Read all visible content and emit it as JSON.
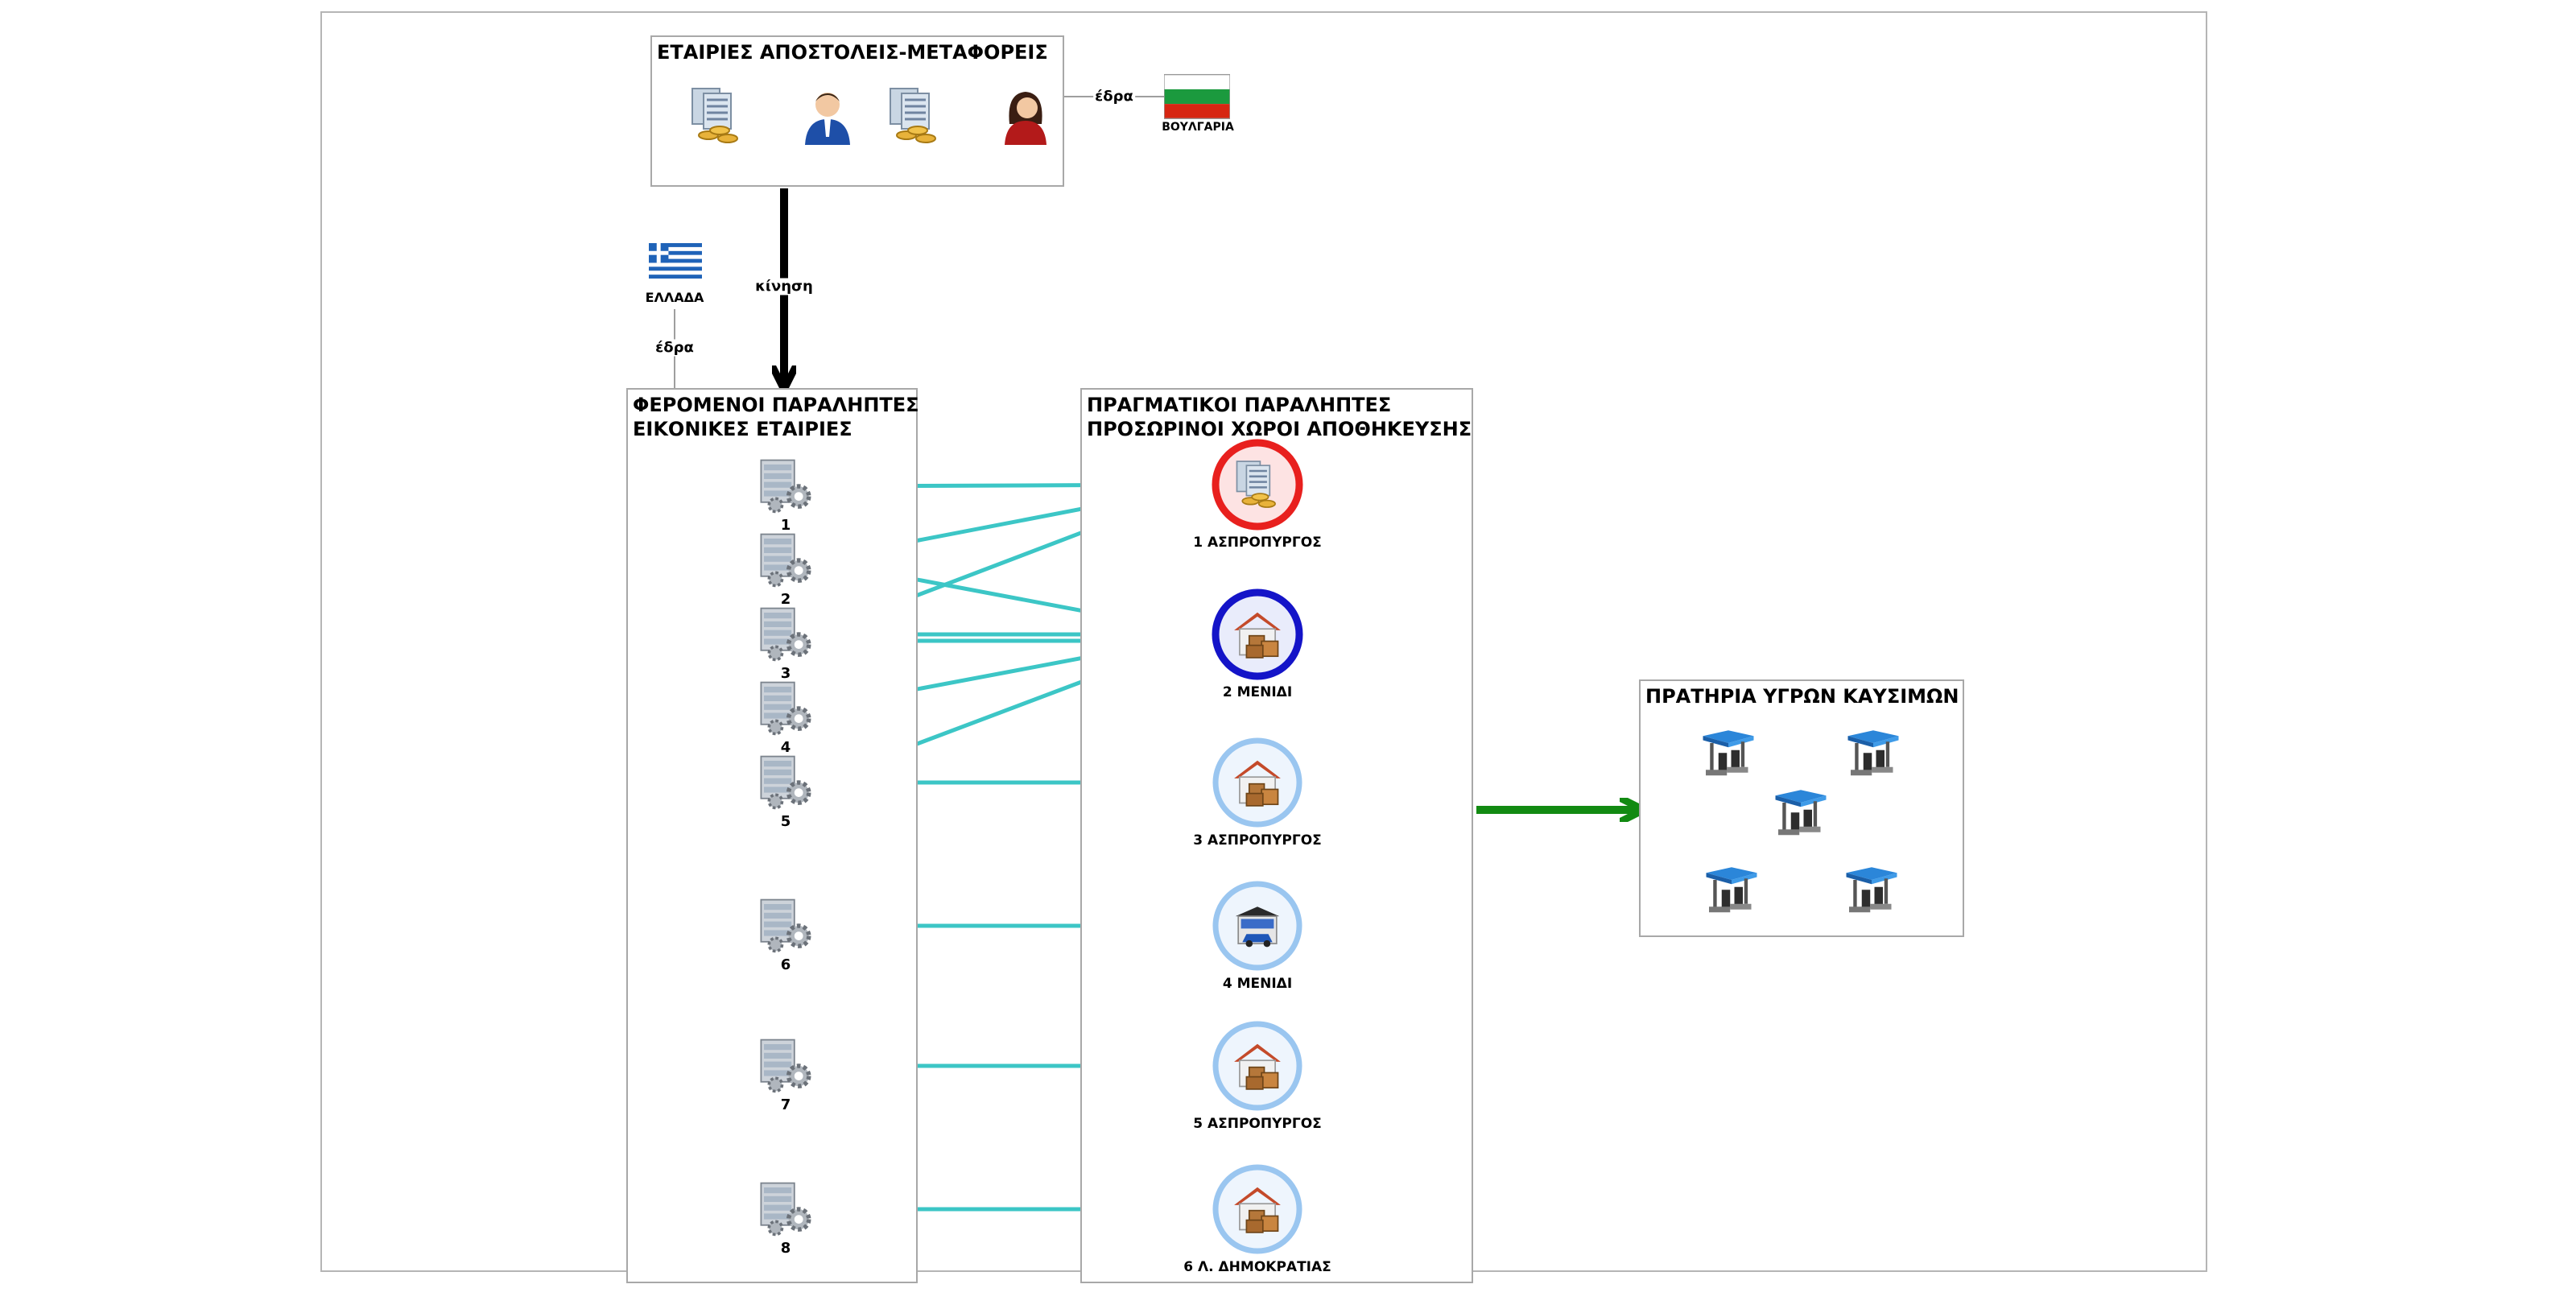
{
  "colors": {
    "connector": "#3cc6c6",
    "motion_arrow": "#000000",
    "output_arrow": "#128a12",
    "frame": "#b5b5b5",
    "ring_red": "#e8201e",
    "ring_blue": "#1414c8",
    "ring_light": "#9ac6f0"
  },
  "senders": {
    "title": "ΕΤΑΙΡΙΕΣ ΑΠΟΣΤΟΛΕΙΣ-ΜΕΤΑΦΟΡΕΙΣ",
    "items": [
      {
        "icon": "server-stack-icon"
      },
      {
        "icon": "businessman-icon"
      },
      {
        "icon": "server-stack-icon"
      },
      {
        "icon": "businesswoman-icon"
      }
    ]
  },
  "bulgaria": {
    "edge_label": "έδρα",
    "country": "ΒΟΥΛΓΑΡΙΑ",
    "icon": "bulgaria-flag-icon"
  },
  "greece": {
    "edge_label": "έδρα",
    "country": "ΕΛΛΑΔΑ",
    "icon": "greece-flag-icon"
  },
  "motion": {
    "label": "κίνηση"
  },
  "nominal": {
    "title_line1": "ΦΕΡΟΜΕΝΟΙ ΠΑΡΑΛΗΠΤΕΣ",
    "title_line2": "ΕΙΚΟΝΙΚΕΣ ΕΤΑΙΡΙΕΣ",
    "companies": [
      {
        "label": "1",
        "icon": "server-gear-icon"
      },
      {
        "label": "2",
        "icon": "server-gear-icon"
      },
      {
        "label": "3",
        "icon": "server-gear-icon"
      },
      {
        "label": "4",
        "icon": "server-gear-icon"
      },
      {
        "label": "5",
        "icon": "server-gear-icon"
      },
      {
        "label": "6",
        "icon": "server-gear-icon"
      },
      {
        "label": "7",
        "icon": "server-gear-icon"
      },
      {
        "label": "8",
        "icon": "server-gear-icon"
      }
    ]
  },
  "actual": {
    "title_line1": "ΠΡΑΓΜΑΤΙΚΟΙ ΠΑΡΑΛΗΠΤΕΣ",
    "title_line2": "ΠΡΟΣΩΡΙΝΟΙ ΧΩΡΟΙ ΑΠΟΘΗΚΕΥΣΗΣ",
    "warehouses": [
      {
        "label": "1 ΑΣΠΡΟΠΥΡΓΟΣ",
        "icon": "server-stack-icon",
        "ring": "red"
      },
      {
        "label": "2 ΜΕΝΙΔΙ",
        "icon": "warehouse-boxes-icon",
        "ring": "blue"
      },
      {
        "label": "3 ΑΣΠΡΟΠΥΡΓΟΣ",
        "icon": "warehouse-boxes-icon",
        "ring": "light"
      },
      {
        "label": "4 ΜΕΝΙΔΙ",
        "icon": "garage-car-icon",
        "ring": "light"
      },
      {
        "label": "5 ΑΣΠΡΟΠΥΡΓΟΣ",
        "icon": "warehouse-boxes-icon",
        "ring": "light"
      },
      {
        "label": "6 Λ. ΔΗΜΟΚΡΑΤΙΑΣ",
        "icon": "warehouse-boxes-icon",
        "ring": "light"
      }
    ]
  },
  "stations": {
    "title": "ΠΡΑΤΗΡΙΑ ΥΓΡΩΝ ΚΑΥΣΙΜΩΝ",
    "items": [
      {
        "icon": "gas-station-icon"
      },
      {
        "icon": "gas-station-icon"
      },
      {
        "icon": "gas-station-icon"
      },
      {
        "icon": "gas-station-icon"
      },
      {
        "icon": "gas-station-icon"
      }
    ]
  },
  "links": [
    {
      "from": 1,
      "to": 1
    },
    {
      "from": 2,
      "to": 1
    },
    {
      "from": 3,
      "to": 1
    },
    {
      "from": 3,
      "to": 2
    },
    {
      "from": 2,
      "to": 2
    },
    {
      "from": 3,
      "to": 2
    },
    {
      "from": 4,
      "to": 2
    },
    {
      "from": 5,
      "to": 2
    },
    {
      "from": 5,
      "to": 3
    },
    {
      "from": 6,
      "to": 4
    },
    {
      "from": 7,
      "to": 5
    },
    {
      "from": 8,
      "to": 6
    }
  ]
}
